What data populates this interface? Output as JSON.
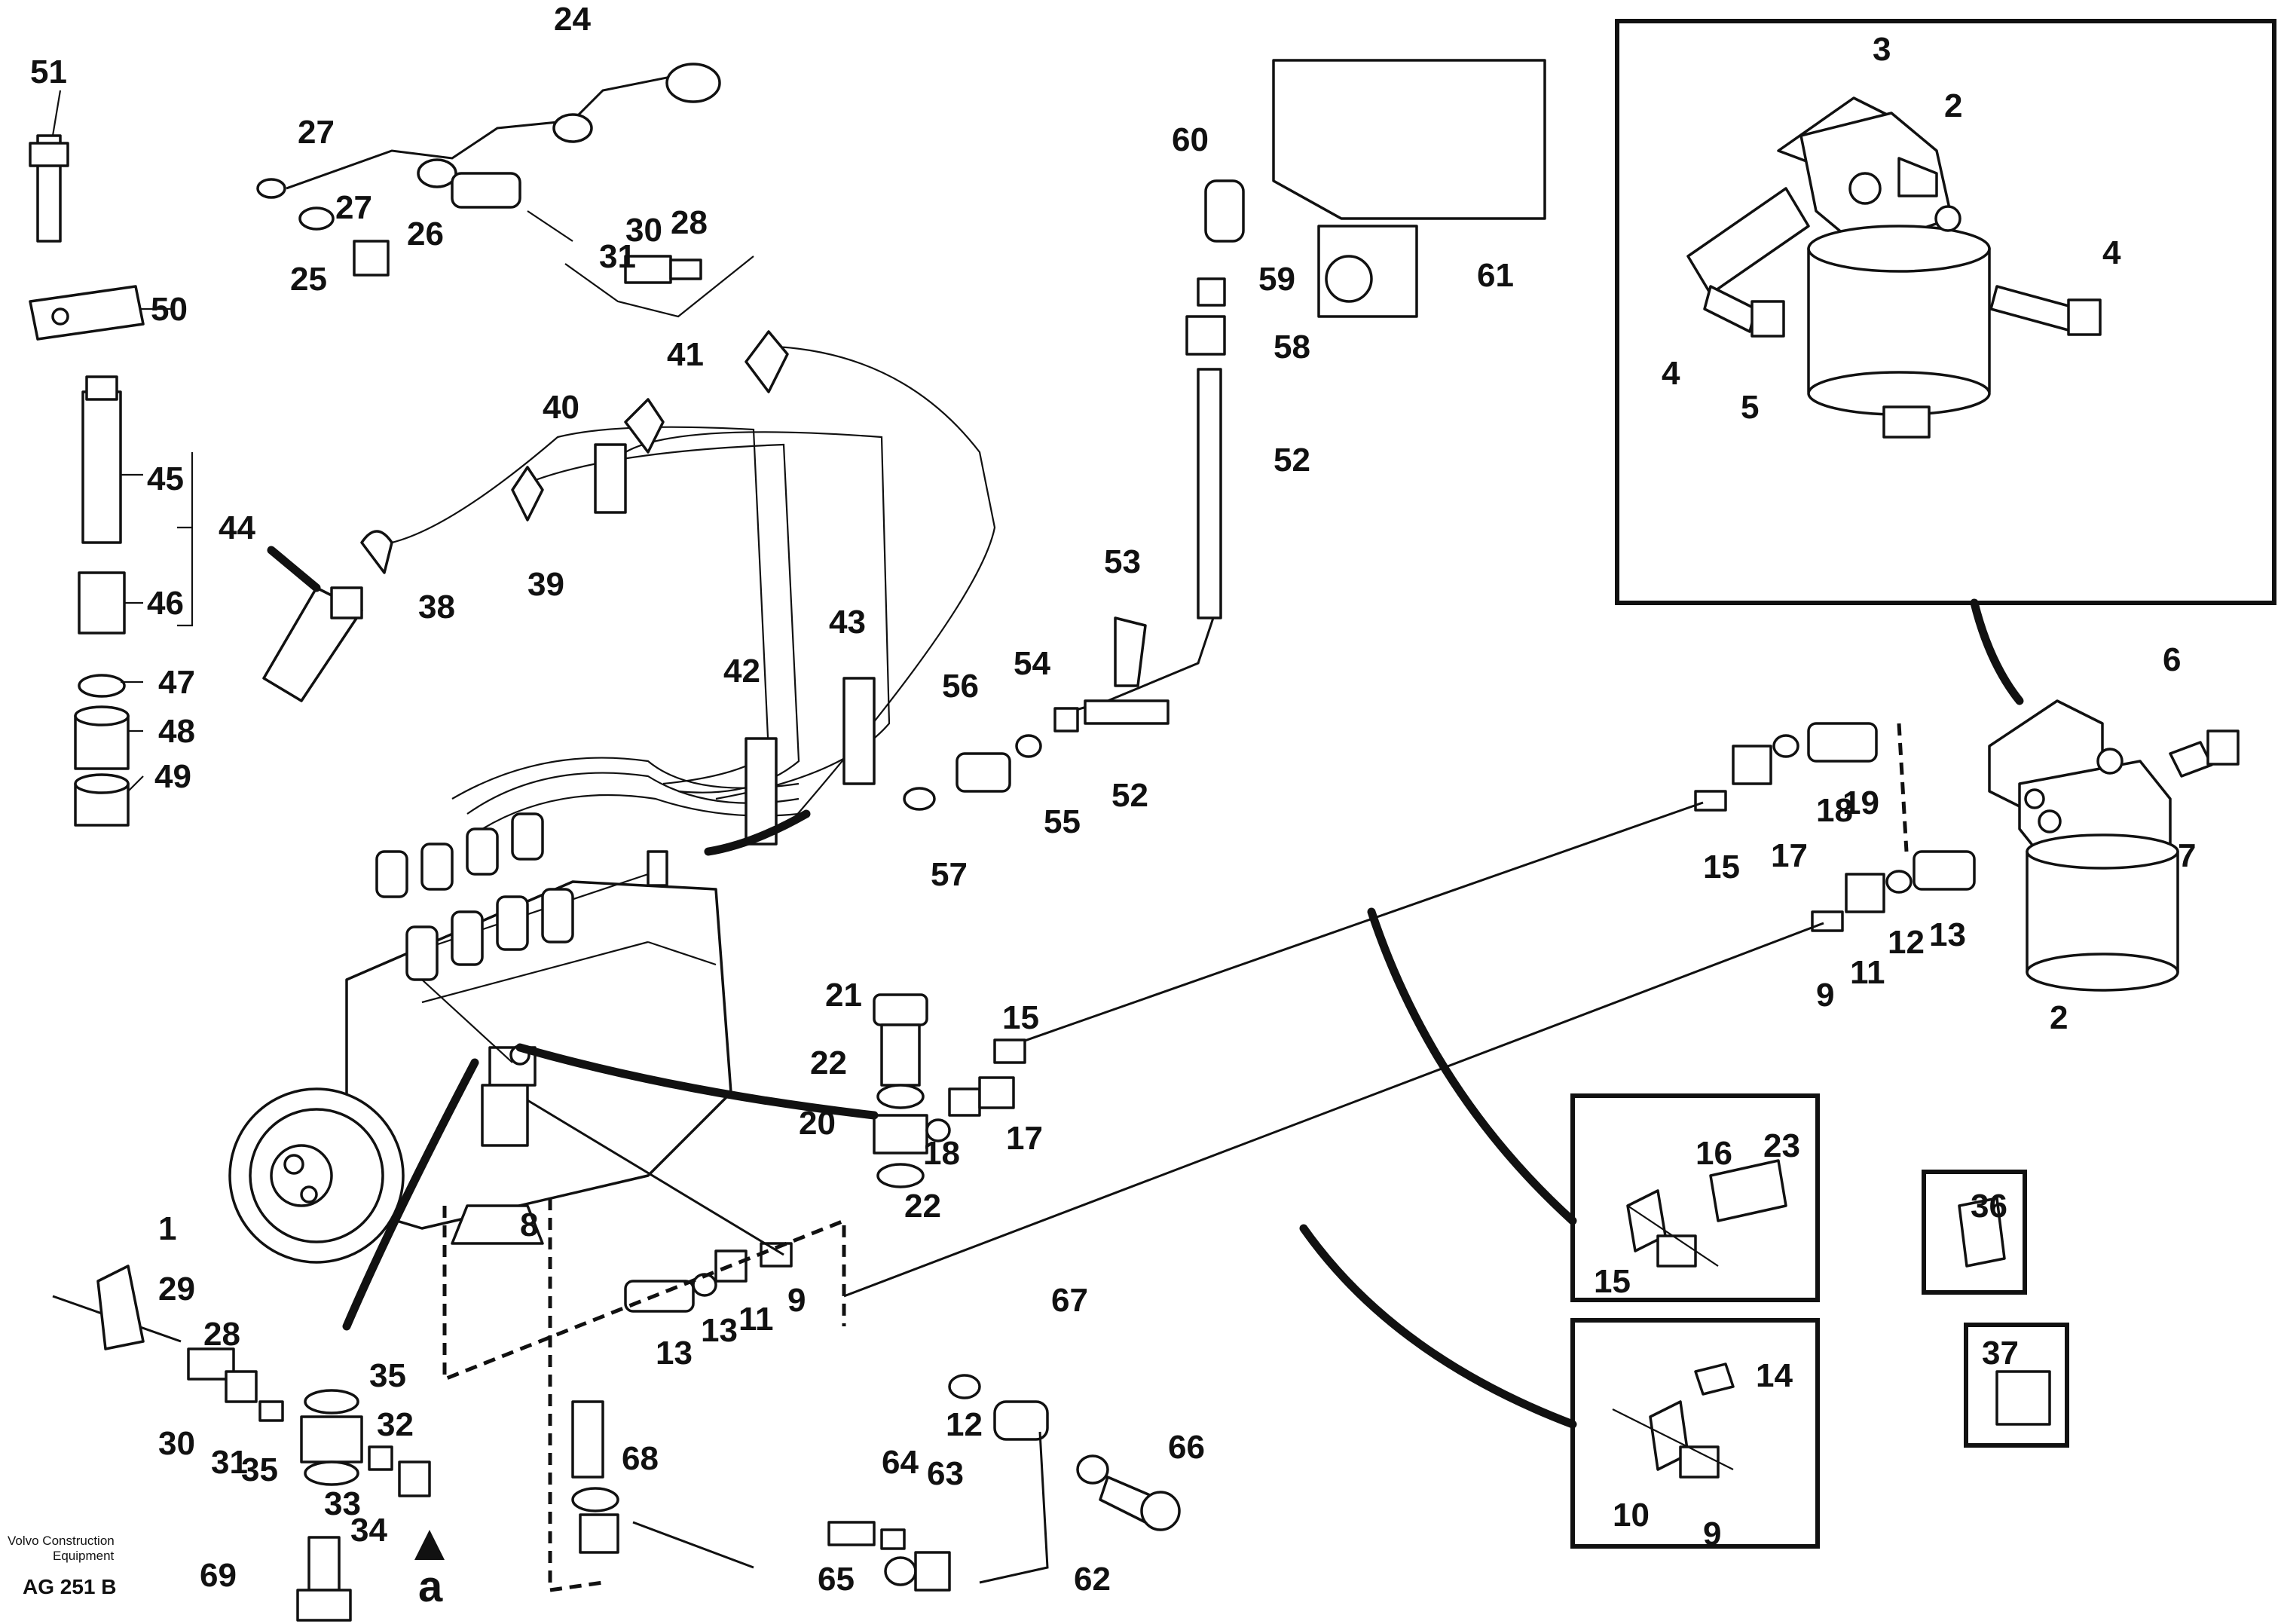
{
  "footer": {
    "company_line1": "Volvo Construction",
    "company_line2": "Equipment",
    "reference": "AG 251 B"
  },
  "view_marker": "a",
  "callouts": [
    {
      "id": "1",
      "text": "1"
    },
    {
      "id": "2",
      "text": "2"
    },
    {
      "id": "2b",
      "text": "2"
    },
    {
      "id": "3",
      "text": "3"
    },
    {
      "id": "4",
      "text": "4"
    },
    {
      "id": "4b",
      "text": "4"
    },
    {
      "id": "5",
      "text": "5"
    },
    {
      "id": "6",
      "text": "6"
    },
    {
      "id": "7",
      "text": "7"
    },
    {
      "id": "8",
      "text": "8"
    },
    {
      "id": "9",
      "text": "9"
    },
    {
      "id": "9b",
      "text": "9"
    },
    {
      "id": "9c",
      "text": "9"
    },
    {
      "id": "10",
      "text": "10"
    },
    {
      "id": "11",
      "text": "11"
    },
    {
      "id": "11b",
      "text": "11"
    },
    {
      "id": "12",
      "text": "12"
    },
    {
      "id": "12b",
      "text": "12"
    },
    {
      "id": "13",
      "text": "13"
    },
    {
      "id": "13b",
      "text": "13"
    },
    {
      "id": "14",
      "text": "14"
    },
    {
      "id": "15",
      "text": "15"
    },
    {
      "id": "15b",
      "text": "15"
    },
    {
      "id": "15c",
      "text": "15"
    },
    {
      "id": "16",
      "text": "16"
    },
    {
      "id": "17",
      "text": "17"
    },
    {
      "id": "17b",
      "text": "17"
    },
    {
      "id": "18",
      "text": "18"
    },
    {
      "id": "18b",
      "text": "18"
    },
    {
      "id": "19",
      "text": "19"
    },
    {
      "id": "20",
      "text": "20"
    },
    {
      "id": "21",
      "text": "21"
    },
    {
      "id": "22",
      "text": "22"
    },
    {
      "id": "22b",
      "text": "22"
    },
    {
      "id": "23",
      "text": "23"
    },
    {
      "id": "24",
      "text": "24"
    },
    {
      "id": "25",
      "text": "25"
    },
    {
      "id": "26",
      "text": "26"
    },
    {
      "id": "27",
      "text": "27"
    },
    {
      "id": "27b",
      "text": "27"
    },
    {
      "id": "28",
      "text": "28"
    },
    {
      "id": "28b",
      "text": "28"
    },
    {
      "id": "29",
      "text": "29"
    },
    {
      "id": "30",
      "text": "30"
    },
    {
      "id": "30b",
      "text": "30"
    },
    {
      "id": "31",
      "text": "31"
    },
    {
      "id": "31b",
      "text": "31"
    },
    {
      "id": "32",
      "text": "32"
    },
    {
      "id": "33",
      "text": "33"
    },
    {
      "id": "34",
      "text": "34"
    },
    {
      "id": "35",
      "text": "35"
    },
    {
      "id": "35b",
      "text": "35"
    },
    {
      "id": "36",
      "text": "36"
    },
    {
      "id": "37",
      "text": "37"
    },
    {
      "id": "38",
      "text": "38"
    },
    {
      "id": "39",
      "text": "39"
    },
    {
      "id": "40",
      "text": "40"
    },
    {
      "id": "41",
      "text": "41"
    },
    {
      "id": "42",
      "text": "42"
    },
    {
      "id": "43",
      "text": "43"
    },
    {
      "id": "44",
      "text": "44"
    },
    {
      "id": "45",
      "text": "45"
    },
    {
      "id": "46",
      "text": "46"
    },
    {
      "id": "47",
      "text": "47"
    },
    {
      "id": "48",
      "text": "48"
    },
    {
      "id": "49",
      "text": "49"
    },
    {
      "id": "50",
      "text": "50"
    },
    {
      "id": "51",
      "text": "51"
    },
    {
      "id": "52",
      "text": "52"
    },
    {
      "id": "52b",
      "text": "52"
    },
    {
      "id": "53",
      "text": "53"
    },
    {
      "id": "54",
      "text": "54"
    },
    {
      "id": "55",
      "text": "55"
    },
    {
      "id": "56",
      "text": "56"
    },
    {
      "id": "57",
      "text": "57"
    },
    {
      "id": "58",
      "text": "58"
    },
    {
      "id": "59",
      "text": "59"
    },
    {
      "id": "60",
      "text": "60"
    },
    {
      "id": "61",
      "text": "61"
    },
    {
      "id": "62",
      "text": "62"
    },
    {
      "id": "63",
      "text": "63"
    },
    {
      "id": "64",
      "text": "64"
    },
    {
      "id": "65",
      "text": "65"
    },
    {
      "id": "66",
      "text": "66"
    },
    {
      "id": "67",
      "text": "67"
    },
    {
      "id": "68",
      "text": "68"
    },
    {
      "id": "69",
      "text": "69"
    }
  ]
}
